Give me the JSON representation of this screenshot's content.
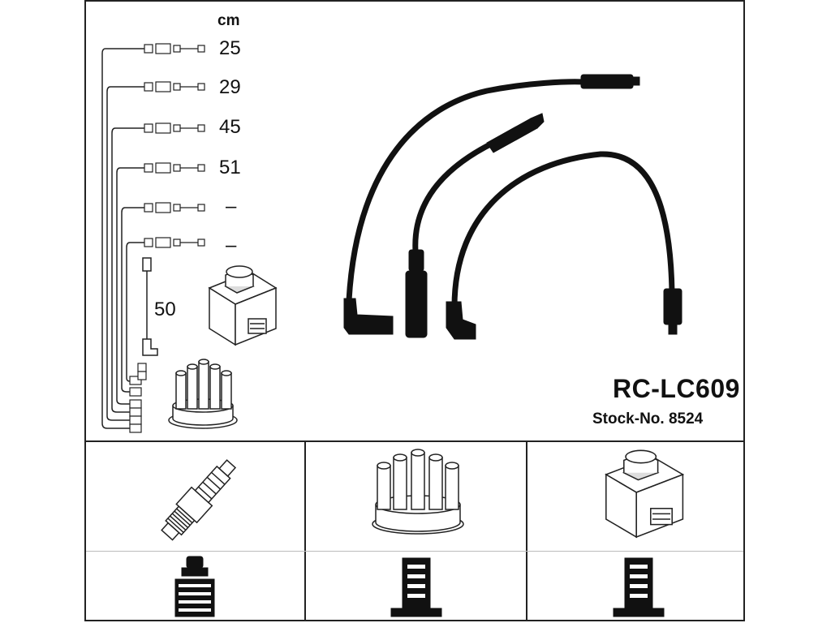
{
  "diagram": {
    "unit_label": "cm",
    "cable_lengths": [
      "25",
      "29",
      "45",
      "51",
      "–",
      "–"
    ],
    "coil_lead_length": "50",
    "product_code": "RC-LC609",
    "stock_number": "Stock-No. 8524"
  },
  "panels": {
    "bottom": [
      {
        "id": "spark-plug"
      },
      {
        "id": "distributor-cap"
      },
      {
        "id": "ignition-coil"
      }
    ]
  }
}
